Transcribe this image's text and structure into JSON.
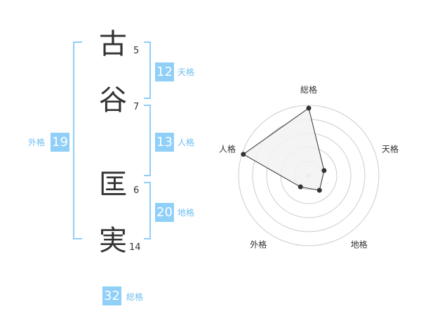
{
  "colors": {
    "accent": "#8fcff8",
    "accent_text": "#6fbef0",
    "text": "#333333",
    "grid": "#cccccc",
    "radar_fill": "#f2f2f2",
    "radar_line": "#333333"
  },
  "name": {
    "chars": [
      {
        "char": "古",
        "strokes": "5"
      },
      {
        "char": "谷",
        "strokes": "7"
      },
      {
        "char": "匡",
        "strokes": "6"
      },
      {
        "char": "実",
        "strokes": "14"
      }
    ]
  },
  "fortunes": {
    "tenkaku": {
      "value": "12",
      "label": "天格"
    },
    "jinkaku": {
      "value": "13",
      "label": "人格"
    },
    "chikaku": {
      "value": "20",
      "label": "地格"
    },
    "gaikaku": {
      "value": "19",
      "label": "外格"
    },
    "soukaku": {
      "value": "32",
      "label": "総格"
    }
  },
  "chart_data": {
    "type": "radar",
    "axes": [
      "総格",
      "天格",
      "地格",
      "外格",
      "人格"
    ],
    "values": [
      0.96,
      0.23,
      0.26,
      0.2,
      0.98
    ],
    "rings": 5,
    "max": 1
  }
}
